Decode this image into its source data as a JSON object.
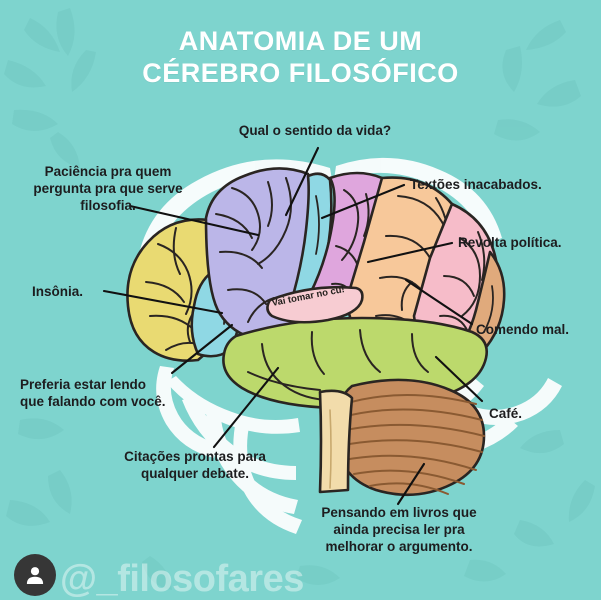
{
  "poster": {
    "background_color": "#7ed4ce",
    "title": {
      "line1": "ANATOMIA DE UM",
      "line2": "CÉREBRO FILOSÓFICO",
      "color": "#ffffff"
    },
    "speech_bubble": {
      "text": "Vai tomar no cu!",
      "fill": "#f7ccd2"
    },
    "watermark": {
      "handle": "@_filosofares",
      "avatar_icon": "person-avatar-icon",
      "avatar_color": "#363636",
      "text_color": "rgba(255,255,255,0.42)"
    },
    "labels": [
      {
        "id": "sentido-da-vida",
        "text": "Qual o sentido da vida?"
      },
      {
        "id": "paciencia",
        "text": "Paciência pra quem\npergunta pra que serve\nfilosofia."
      },
      {
        "id": "insonia",
        "text": "Insônia."
      },
      {
        "id": "preferia-lendo",
        "text": "Preferia estar lendo\nque falando com você."
      },
      {
        "id": "citacoes-prontas",
        "text": "Citações prontas para\nqualquer debate."
      },
      {
        "id": "textoes",
        "text": "Textões inacabados."
      },
      {
        "id": "revolta-politica",
        "text": "Revolta política."
      },
      {
        "id": "comendo-mal",
        "text": "Comendo mal."
      },
      {
        "id": "cafe",
        "text": "Café."
      },
      {
        "id": "pensando-livros",
        "text": "Pensando em livros que\nainda precisa ler pra\nmelhorar o argumento."
      }
    ],
    "brain_regions": [
      {
        "name": "frontal-lobe-yellow",
        "color": "#e9da72"
      },
      {
        "name": "prefrontal-lavender",
        "color": "#bbb6e8"
      },
      {
        "name": "motor-strip-cyan",
        "color": "#8fd8e4"
      },
      {
        "name": "parietal-magenta",
        "color": "#dfa6dd"
      },
      {
        "name": "parietal-peach",
        "color": "#f7c89a"
      },
      {
        "name": "occipital-pink",
        "color": "#f6bcc9"
      },
      {
        "name": "temporal-green",
        "color": "#bcd96c"
      },
      {
        "name": "temporal-tip-cyan",
        "color": "#8fd8e4"
      },
      {
        "name": "cerebellum-brown",
        "color": "#c68d5f"
      },
      {
        "name": "brainstem-tan",
        "color": "#f2dcab"
      },
      {
        "name": "occipital-tip-tan",
        "color": "#e0aa7c"
      },
      {
        "name": "outline",
        "color": "#2a2522"
      }
    ]
  }
}
